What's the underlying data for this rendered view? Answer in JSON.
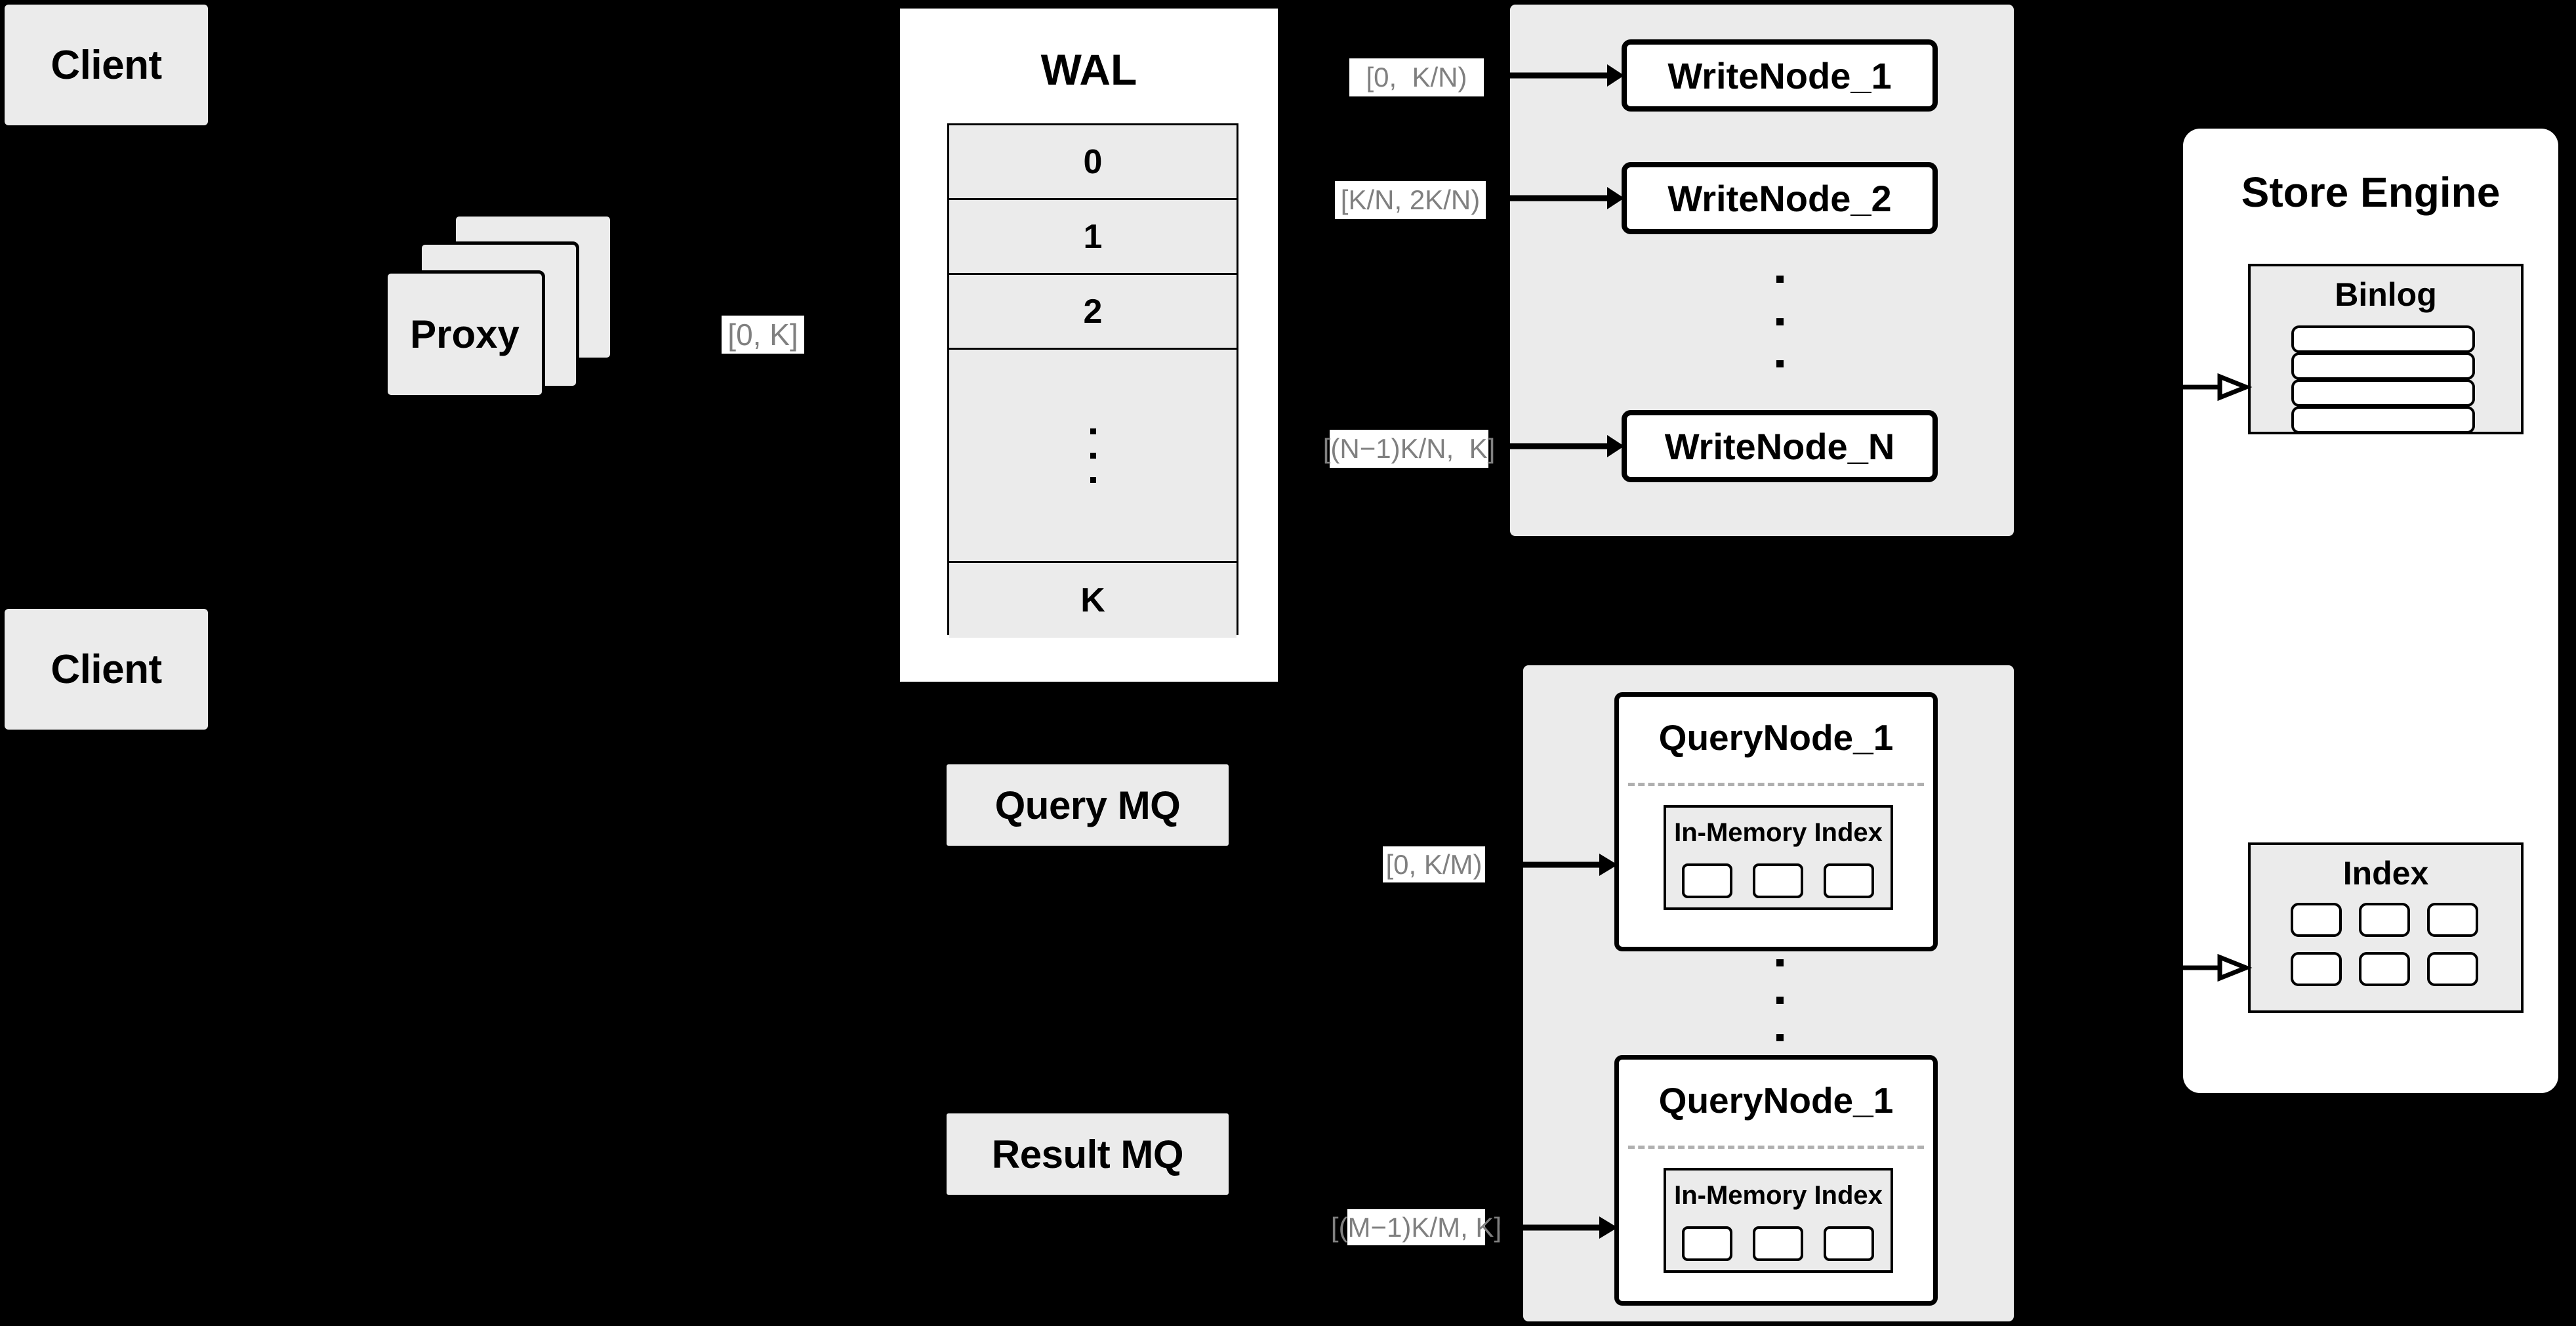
{
  "diagram": {
    "title": "Distributed Write/Query Architecture",
    "background_color": "#000000",
    "block_fill": "#ebebeb",
    "panel_fill": "#ffffff",
    "stroke_color": "#000000",
    "label_text_color": "#808080",
    "label_chip_color": "#ffffff",
    "divider_color": "#b0b0b0"
  },
  "clients": [
    {
      "label": "Client"
    },
    {
      "label": "Client"
    }
  ],
  "proxy": {
    "label": "Proxy",
    "stack_count": 3
  },
  "wal": {
    "title": "WAL",
    "rows": [
      "0",
      "1",
      "2",
      "⋮",
      "K"
    ],
    "ellipsis_row_index": 3
  },
  "edge_labels": {
    "proxy_to_wal": "[0, K]",
    "wal_to_write_1": "[0,  K/N)",
    "wal_to_write_2": "[K/N, 2K/N)",
    "wal_to_write_n": "[(N−1)K/N,  K]",
    "mq_to_query_1": "[0, K/M)",
    "mq_to_query_m": "[(M−1)K/M, K]"
  },
  "write_cluster": {
    "nodes": [
      {
        "label": "WriteNode_1"
      },
      {
        "label": "WriteNode_2"
      },
      {
        "label": "WriteNode_N"
      }
    ],
    "ellipsis_dots": 3
  },
  "message_queues": [
    {
      "label": "Query MQ"
    },
    {
      "label": "Result MQ"
    }
  ],
  "query_cluster": {
    "nodes": [
      {
        "title": "QueryNode_1",
        "index_title": "In-Memory Index",
        "index_cells": 3
      },
      {
        "title": "QueryNode_1",
        "index_title": "In-Memory Index",
        "index_cells": 3
      }
    ],
    "ellipsis_dots": 3
  },
  "store_engine": {
    "title": "Store Engine",
    "binlog": {
      "title": "Binlog",
      "bar_count": 4
    },
    "index": {
      "title": "Index",
      "cell_rows": 2,
      "cell_cols": 3
    }
  }
}
